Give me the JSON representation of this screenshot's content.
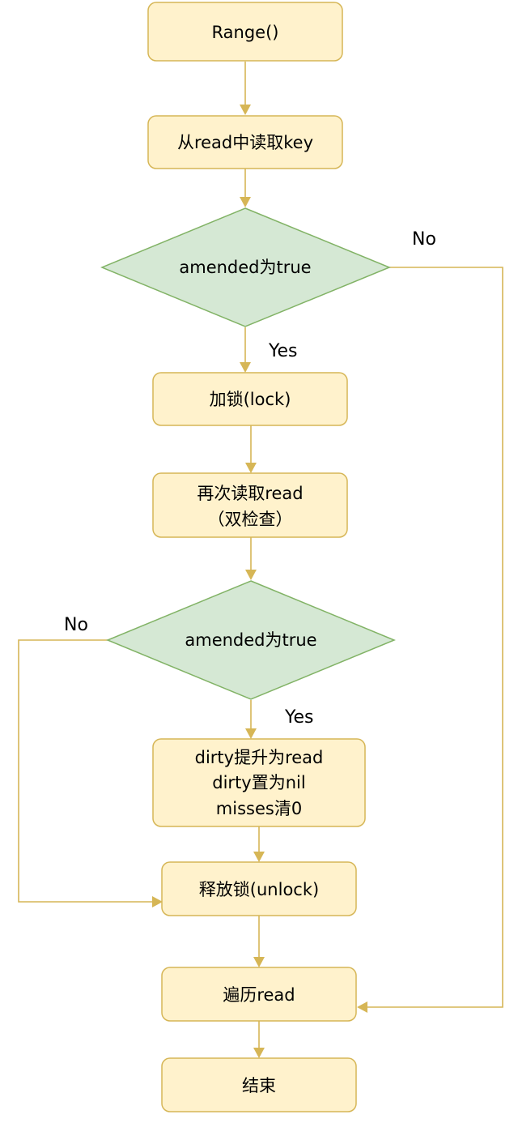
{
  "nodes": {
    "start": "Range()",
    "read_key": "从read中读取key",
    "check1": "amended为true",
    "lock": "加锁(lock)",
    "reread": [
      "再次读取read",
      "（双检查）"
    ],
    "check2": "amended为true",
    "promote": [
      "dirty提升为read",
      "dirty置为nil",
      "misses清0"
    ],
    "unlock": "释放锁(unlock)",
    "iterate": "遍历read",
    "end": "结束"
  },
  "edges": {
    "check1_no": "No",
    "check1_yes": "Yes",
    "check2_no": "No",
    "check2_yes": "Yes"
  },
  "colors": {
    "process_fill": "#fff2cc",
    "process_stroke": "#d6b656",
    "decision_fill": "#d5e8d4",
    "decision_stroke": "#82b366"
  }
}
